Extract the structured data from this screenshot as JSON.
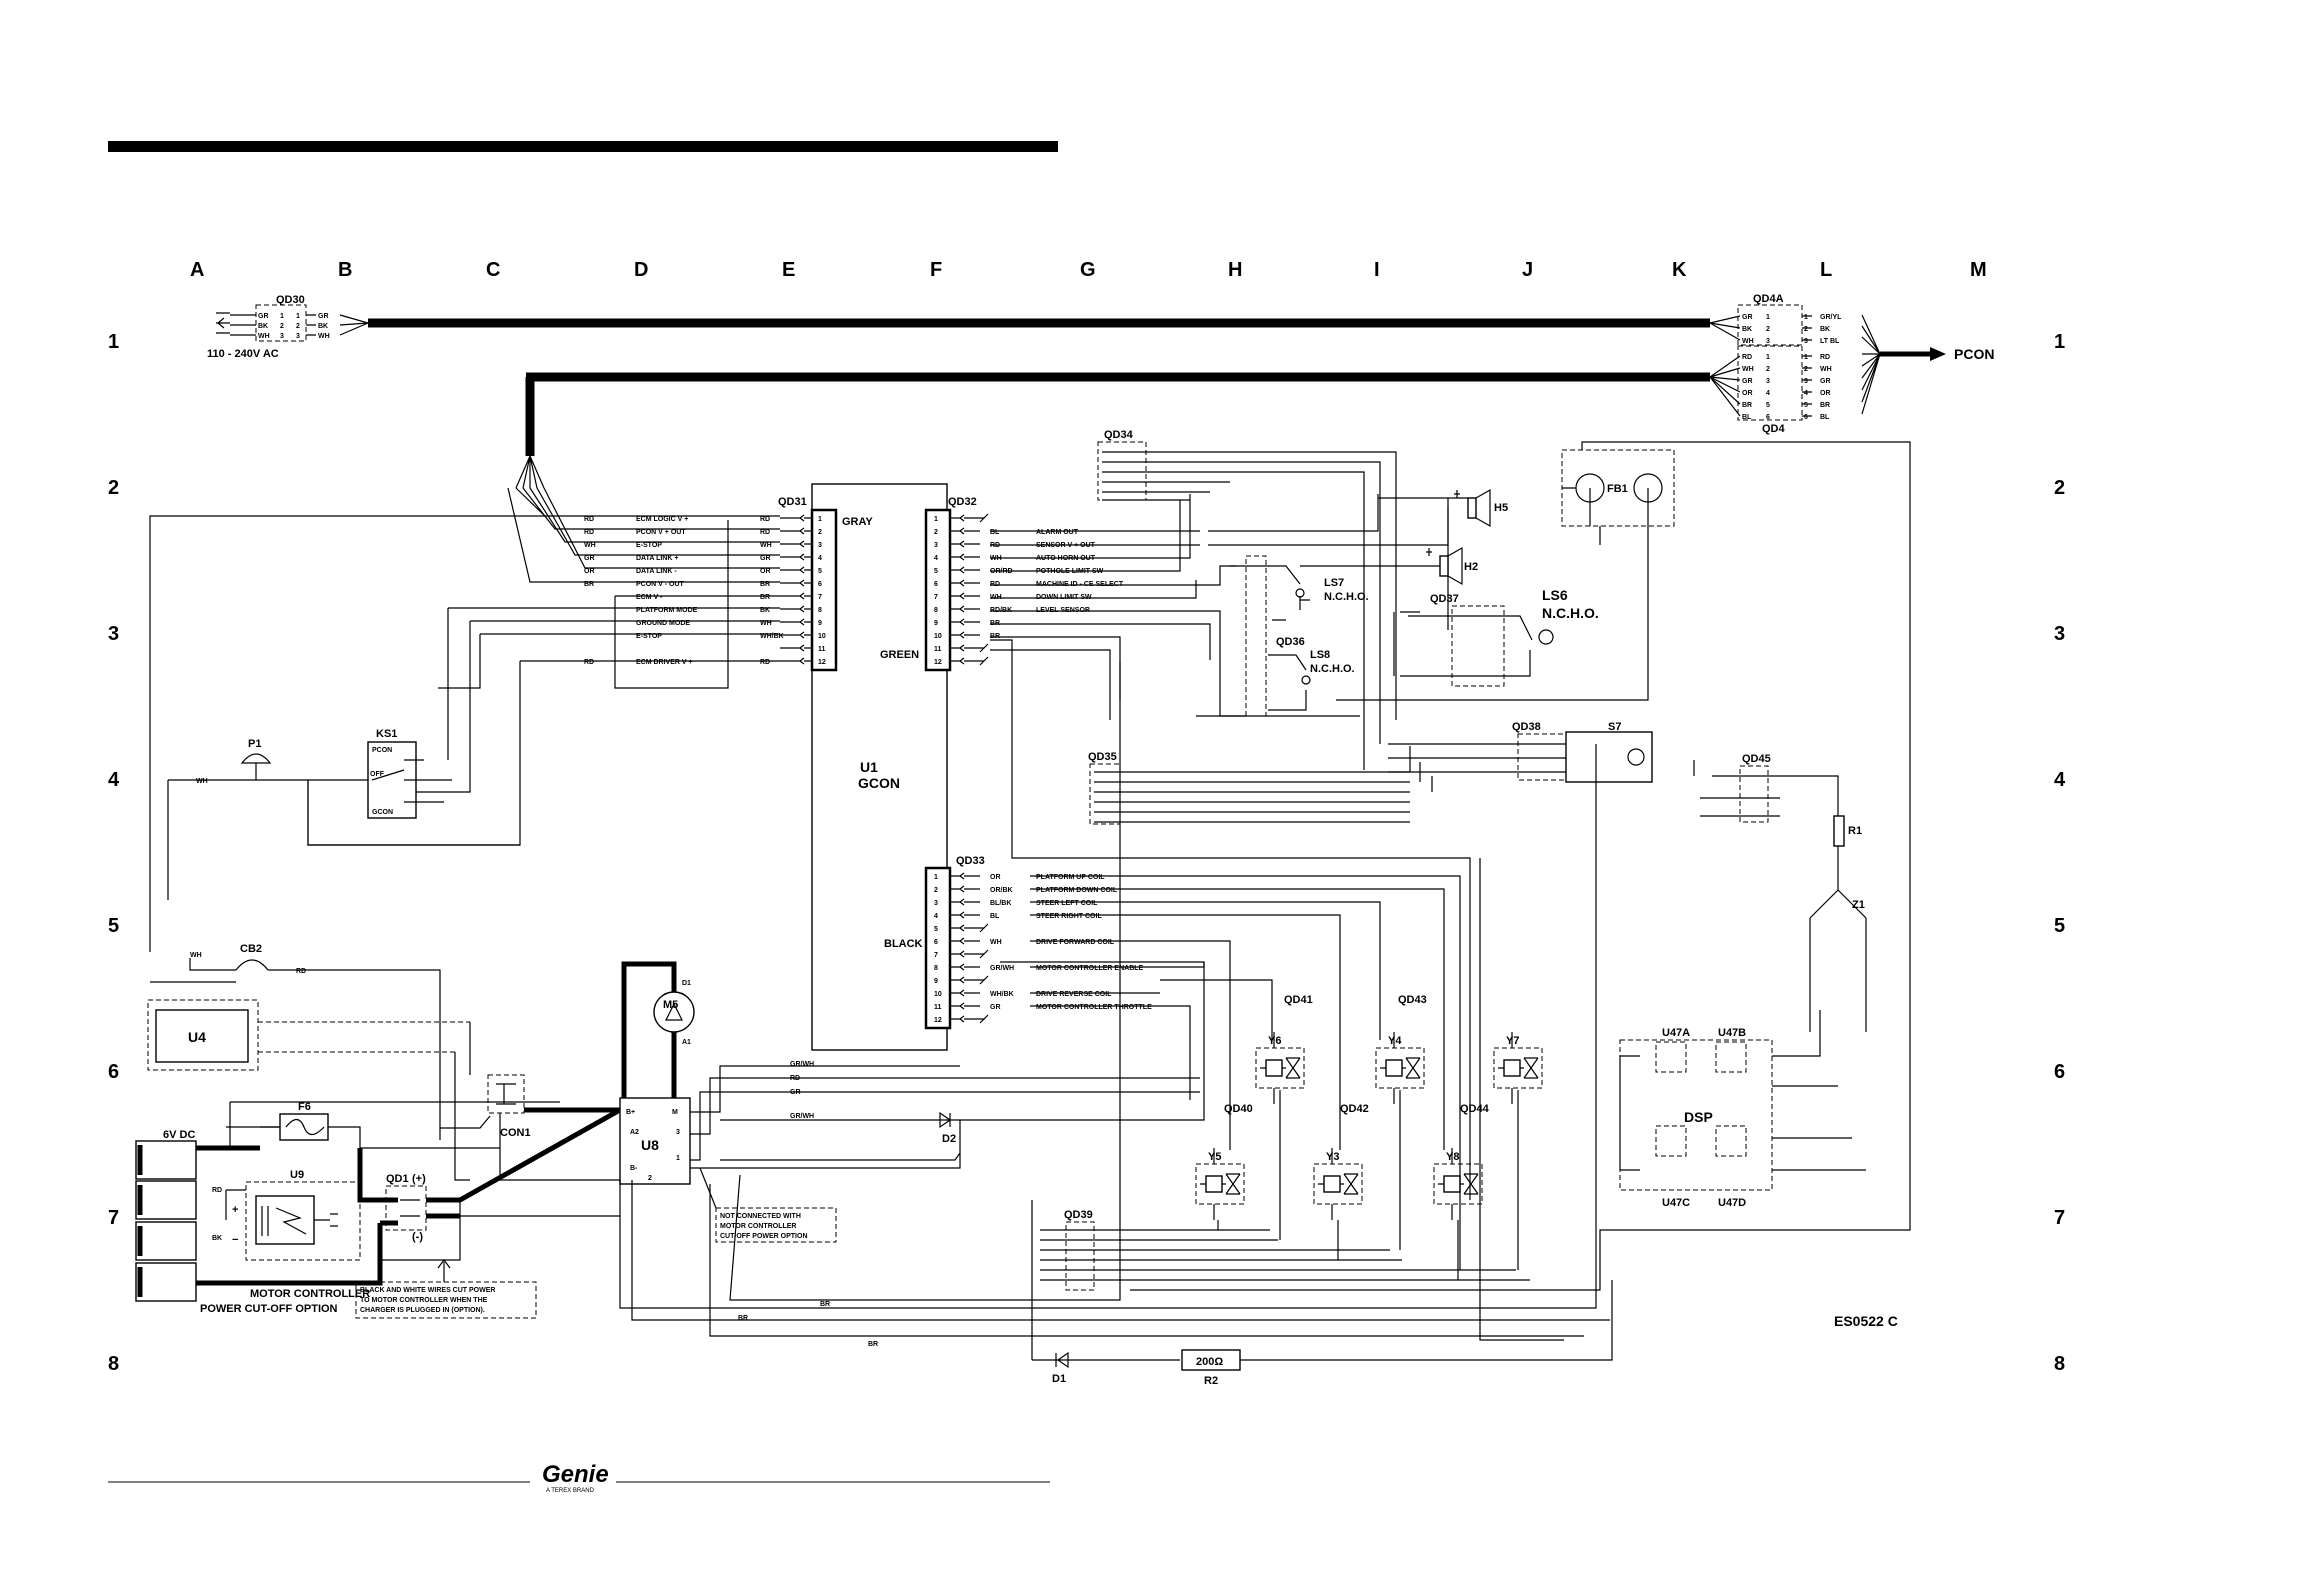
{
  "columns": [
    "A",
    "B",
    "C",
    "D",
    "E",
    "F",
    "G",
    "H",
    "I",
    "J",
    "K",
    "L",
    "M"
  ],
  "rows": [
    "1",
    "2",
    "3",
    "4",
    "5",
    "6",
    "7",
    "8"
  ],
  "power": {
    "label": "110 - 240V AC",
    "output": "PCON"
  },
  "connectors": {
    "qd30": "QD30",
    "qd4a": "QD4A",
    "qd4": "QD4",
    "qd31": "QD31",
    "qd32": "QD32",
    "qd33": "QD33",
    "qd34": "QD34",
    "qd35": "QD35",
    "qd36": "QD36",
    "qd37": "QD37",
    "qd38": "QD38",
    "qd39": "QD39",
    "qd40": "QD40",
    "qd41": "QD41",
    "qd42": "QD42",
    "qd43": "QD43",
    "qd44": "QD44",
    "qd45": "QD45",
    "qd1": "QD1"
  },
  "qd30_pins": [
    {
      "color": "GR",
      "pin": "1"
    },
    {
      "color": "BK",
      "pin": "2"
    },
    {
      "color": "WH",
      "pin": "3"
    }
  ],
  "qd4a_pins": [
    {
      "left": "GR",
      "pin": "1",
      "right": "GR/YL"
    },
    {
      "left": "BK",
      "pin": "2",
      "right": "BK"
    },
    {
      "left": "WH",
      "pin": "3",
      "right": "LT BL"
    }
  ],
  "qd4_pins": [
    {
      "left": "RD",
      "pin": "1",
      "right": "RD"
    },
    {
      "left": "WH",
      "pin": "2",
      "right": "WH"
    },
    {
      "left": "GR",
      "pin": "3",
      "right": "GR"
    },
    {
      "left": "OR",
      "pin": "4",
      "right": "OR"
    },
    {
      "left": "BR",
      "pin": "5",
      "right": "BR"
    },
    {
      "left": "BL",
      "pin": "6",
      "right": "BL"
    }
  ],
  "qd31_rows": [
    {
      "wire": "RD",
      "fn": "ECM LOGIC V +",
      "c": "RD",
      "pin": "1"
    },
    {
      "wire": "RD",
      "fn": "PCON V + OUT",
      "c": "RD",
      "pin": "2"
    },
    {
      "wire": "WH",
      "fn": "E-STOP",
      "c": "WH",
      "pin": "3"
    },
    {
      "wire": "GR",
      "fn": "DATA LINK +",
      "c": "GR",
      "pin": "4"
    },
    {
      "wire": "OR",
      "fn": "DATA LINK -",
      "c": "OR",
      "pin": "5"
    },
    {
      "wire": "BR",
      "fn": "PCON V - OUT",
      "c": "BR",
      "pin": "6"
    },
    {
      "wire": "",
      "fn": "ECM V -",
      "c": "BR",
      "pin": "7"
    },
    {
      "wire": "",
      "fn": "PLATFORM MODE",
      "c": "BK",
      "pin": "8"
    },
    {
      "wire": "",
      "fn": "GROUND MODE",
      "c": "WH",
      "pin": "9"
    },
    {
      "wire": "",
      "fn": "E-STOP",
      "c": "WH/BK",
      "pin": "10"
    },
    {
      "wire": "",
      "fn": "",
      "c": "",
      "pin": "11"
    },
    {
      "wire": "RD",
      "fn": "ECM DRIVER V +",
      "c": "RD",
      "pin": "12"
    }
  ],
  "qd32_rows": [
    {
      "pin": "1",
      "c": "",
      "fn": ""
    },
    {
      "pin": "2",
      "c": "BL",
      "fn": "ALARM OUT"
    },
    {
      "pin": "3",
      "c": "RD",
      "fn": "SENSOR V + OUT"
    },
    {
      "pin": "4",
      "c": "WH",
      "fn": "AUTO HORN OUT"
    },
    {
      "pin": "5",
      "c": "OR/RD",
      "fn": "POTHOLE LIMIT SW"
    },
    {
      "pin": "6",
      "c": "RD",
      "fn": "MACHINE ID - CE SELECT"
    },
    {
      "pin": "7",
      "c": "WH",
      "fn": "DOWN LIMIT SW"
    },
    {
      "pin": "8",
      "c": "RD/BK",
      "fn": "LEVEL SENSOR"
    },
    {
      "pin": "9",
      "c": "BR",
      "fn": ""
    },
    {
      "pin": "10",
      "c": "BR",
      "fn": ""
    },
    {
      "pin": "11",
      "c": "",
      "fn": ""
    },
    {
      "pin": "12",
      "c": "",
      "fn": ""
    }
  ],
  "qd33_rows": [
    {
      "pin": "1",
      "c": "OR",
      "fn": "PLATFORM UP COIL"
    },
    {
      "pin": "2",
      "c": "OR/BK",
      "fn": "PLATFORM DOWN COIL"
    },
    {
      "pin": "3",
      "c": "BL/BK",
      "fn": "STEER LEFT COIL"
    },
    {
      "pin": "4",
      "c": "BL",
      "fn": "STEER RIGHT COIL"
    },
    {
      "pin": "5",
      "c": "",
      "fn": ""
    },
    {
      "pin": "6",
      "c": "WH",
      "fn": "DRIVE FORWARD COIL"
    },
    {
      "pin": "7",
      "c": "",
      "fn": ""
    },
    {
      "pin": "8",
      "c": "GR/WH",
      "fn": "MOTOR CONTROLLER ENABLE"
    },
    {
      "pin": "9",
      "c": "",
      "fn": ""
    },
    {
      "pin": "10",
      "c": "WH/BK",
      "fn": "DRIVE REVERSE COIL"
    },
    {
      "pin": "11",
      "c": "GR",
      "fn": "MOTOR CONTROLLER THROTTLE"
    },
    {
      "pin": "12",
      "c": "",
      "fn": ""
    }
  ],
  "gcon": {
    "id": "U1",
    "name": "GCON",
    "gray": "GRAY",
    "green": "GREEN",
    "black": "BLACK"
  },
  "components": {
    "h5": "H5",
    "h2": "H2",
    "fb1": "FB1",
    "ls7": "LS7",
    "ls8": "LS8",
    "ls6": "LS6",
    "ncho": "N.C.H.O.",
    "s7": "S7",
    "r1": "R1",
    "z1": "Z1",
    "ks1": "KS1",
    "ks1_pcon": "PCON",
    "ks1_gcon": "GCON",
    "ks1_off": "OFF",
    "p1": "P1",
    "cb2": "CB2",
    "u4": "U4",
    "m5": "M5",
    "u8": "U8",
    "con1": "CON1",
    "f6": "F6",
    "u9": "U9",
    "battery": "6V DC",
    "d1": "D1",
    "d2": "D2",
    "r2": "R2",
    "r2_value": "200Ω",
    "dsp": "DSP",
    "u47a": "U47A",
    "u47b": "U47B",
    "u47c": "U47C",
    "u47d": "U47D",
    "y1": "Y6",
    "y2": "Y4",
    "y3": "Y7",
    "y4": "Y5",
    "y5": "Y3",
    "y6": "Y8",
    "qd1_plus": "(+)",
    "qd1_minus": "(-)",
    "m5_d1": "D1",
    "m5_a1": "A1",
    "u8_bplus": "B+",
    "u8_a2": "A2",
    "u8_m": "M",
    "u8_3": "3",
    "u8_1": "1",
    "u8_bminus": "B-",
    "u8_2": "2"
  },
  "notes": {
    "not_connected": [
      "NOT CONNECTED WITH",
      "MOTOR CONTROLLER",
      "CUT-OFF POWER OPTION"
    ],
    "cut_power": [
      "BLACK AND WHITE WIRES CUT POWER",
      "TO MOTOR CONTROLLER WHEN THE",
      "CHARGER IS PLUGGED IN (OPTION)."
    ],
    "option": [
      "MOTOR CONTROLLER",
      "POWER CUT-OFF OPTION"
    ],
    "ref": "ES0522 C"
  },
  "wire_labels": {
    "wh": "WH",
    "rd": "RD",
    "bk": "BK",
    "br": "BR",
    "gr": "GR",
    "grwh": "GR/WH",
    "orrd": "OR/RD",
    "rdbk": "RD/BK",
    "orbk": "OR/BK",
    "bl": "BL"
  },
  "brand": {
    "logo": "Genie",
    "sub": "A TEREX BRAND"
  }
}
